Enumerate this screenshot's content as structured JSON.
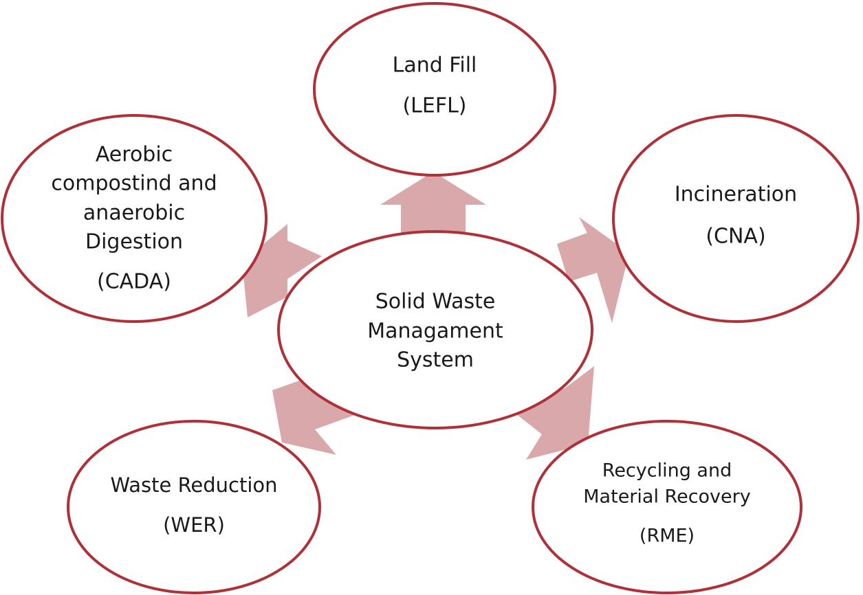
{
  "center": {
    "lines": [
      "Solid Waste",
      "Managament",
      "System"
    ]
  },
  "nodes": {
    "landfill": {
      "lines": [
        "Land Fill",
        "(LEFL)"
      ]
    },
    "incineration": {
      "lines": [
        "Incineration",
        "(CNA)"
      ]
    },
    "composting": {
      "lines": [
        "Aerobic",
        "compostind and",
        "anaerobic",
        "Digestion",
        "(CADA)"
      ]
    },
    "waste_reduction": {
      "lines": [
        "Waste Reduction",
        "(WER)"
      ]
    },
    "recycling": {
      "lines": [
        "Recycling and",
        "Material Recovery",
        "(RME)"
      ]
    }
  },
  "colors": {
    "ellipse_stroke": "#b03038",
    "arrow_fill": "#d9a8aa"
  }
}
